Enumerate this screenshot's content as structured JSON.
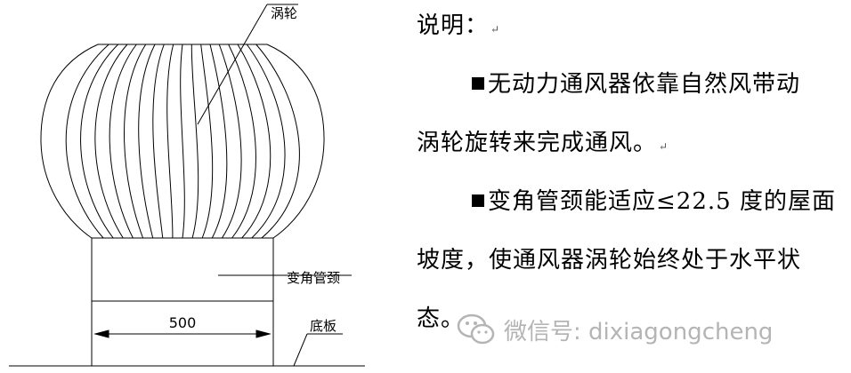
{
  "diagram": {
    "labels": {
      "turbine": "涡轮",
      "neck": "变角管颈",
      "base": "底板",
      "dimension": "500"
    }
  },
  "description": {
    "heading": "说明：",
    "line1": "无动力通风器依靠自然风带动",
    "line2": "涡轮旋转来完成通风。",
    "line3": "变角管颈能适应≤22.5 度的屋面",
    "line4": "坡度，使通风器涡轮始终处于水平状",
    "line5": "态。",
    "para_mark": "↵",
    "bullet_icon": "black-square-bullet"
  },
  "watermark": {
    "icon": "wechat-icon",
    "text": "微信号: dixiagongcheng",
    "color": "#b4b4b4"
  }
}
